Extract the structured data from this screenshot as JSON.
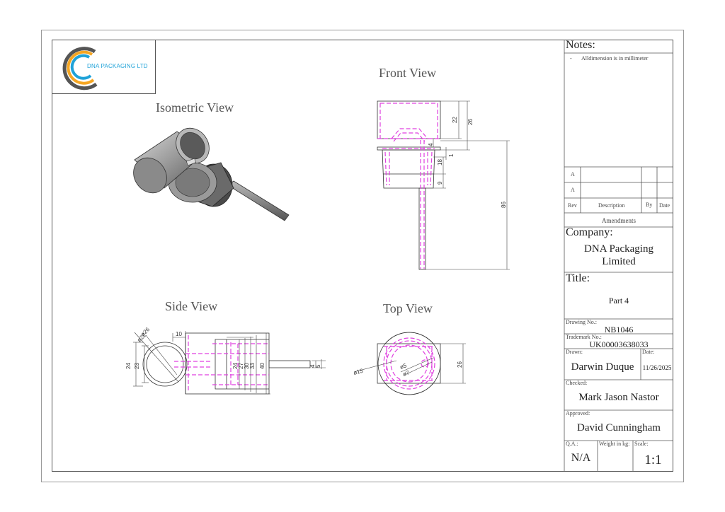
{
  "logo": {
    "company_text": "DNA PACKAGING LTD"
  },
  "views": {
    "isometric": "Isometric View",
    "front": "Front View",
    "side": "Side View",
    "top": "Top View"
  },
  "dimensions": {
    "front": [
      "22",
      "26",
      "4",
      "1",
      "18",
      "9",
      "86"
    ],
    "side": [
      "10",
      "ø26",
      "ø22",
      "24",
      "23",
      "24",
      "27",
      "30",
      "33",
      "40",
      "4",
      "5"
    ],
    "top": [
      "ø15",
      "ø5",
      "ø7",
      "26"
    ]
  },
  "title_block": {
    "notes_heading": "Notes:",
    "notes_dash": "-",
    "notes_text": "Alldimension is in millimeter",
    "rev_rows": [
      "A",
      "A"
    ],
    "rev_header": {
      "rev": "Rev",
      "description": "Description",
      "by": "By",
      "date": "Date"
    },
    "amendments": "Amendments",
    "company_heading": "Company:",
    "company_name_line1": "DNA Packaging",
    "company_name_line2": "Limited",
    "title_heading": "Title:",
    "title_value": "Part 4",
    "drawing_no_label": "Drawing No.:",
    "drawing_no_value": "NB1046",
    "trademark_label": "Trademark No.:",
    "trademark_value": "UK00003638033",
    "drawn_label": "Drawn:",
    "drawn_value": "Darwin Duque",
    "date_label": "Date:",
    "date_value": "11/26/2025",
    "checked_label": "Checked:",
    "checked_value": "Mark Jason Nastor",
    "approved_label": "Approved:",
    "approved_value": "David Cunningham",
    "qa_label": "Q.A.:",
    "qa_value": "N/A",
    "weight_label": "Weight in kg:",
    "scale_label": "Scale:",
    "scale_value": "1:1"
  },
  "colors": {
    "hidden_lines": "#e040e0",
    "logo_blue": "#1fa2d8",
    "logo_orange": "#f5a623",
    "logo_gray": "#555555"
  }
}
